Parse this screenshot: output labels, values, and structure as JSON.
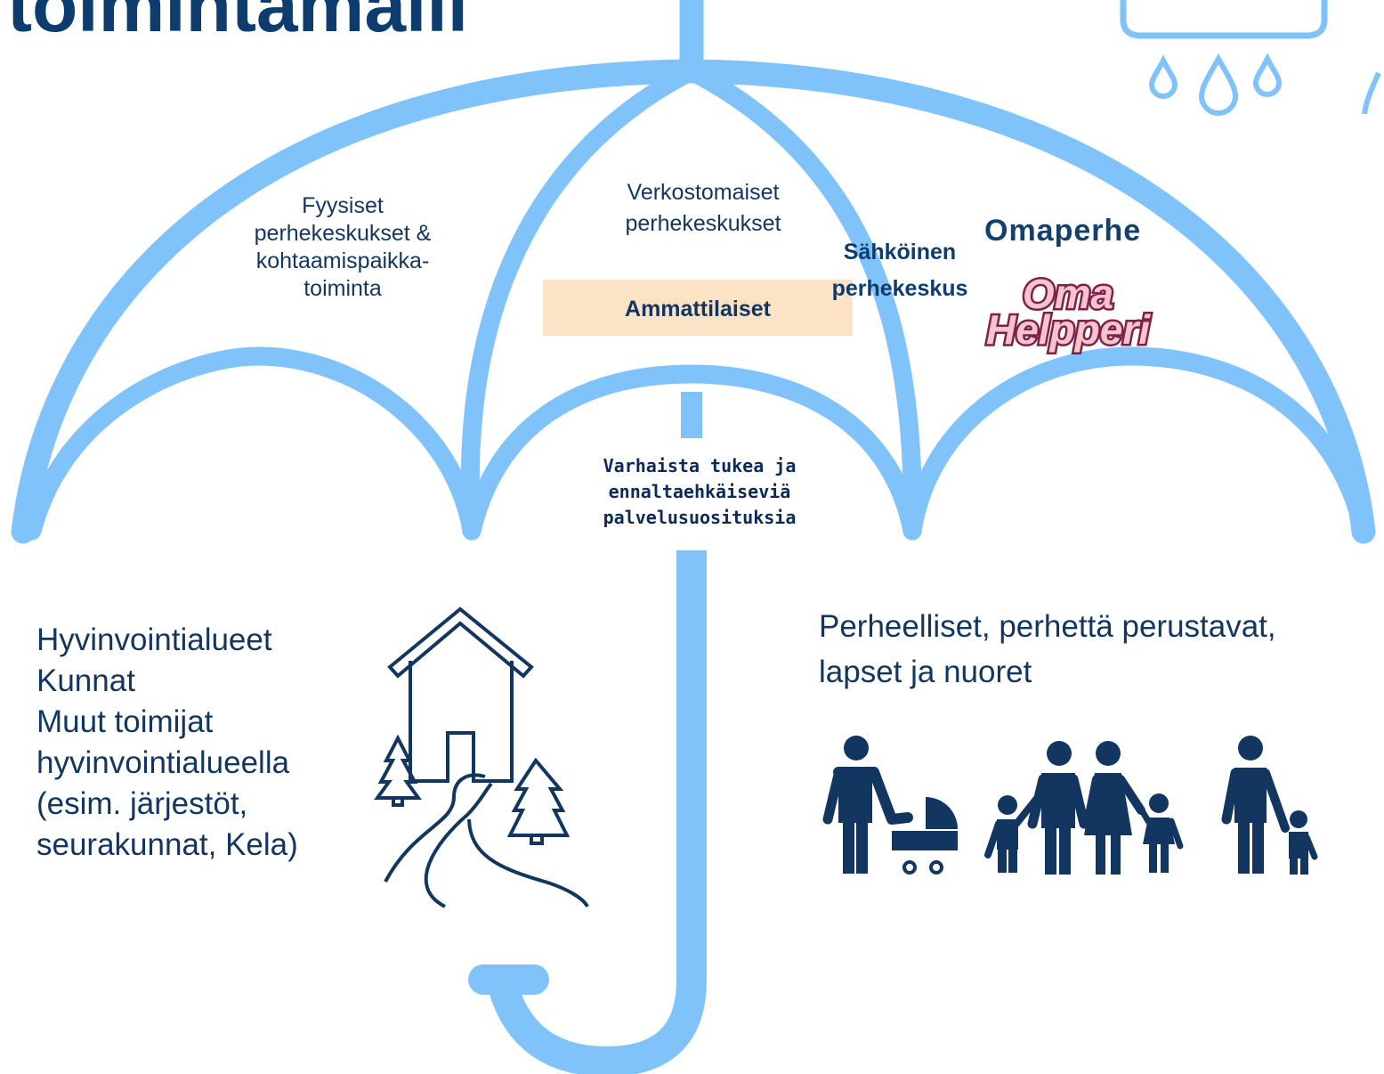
{
  "title": "toimintamalli",
  "sections": {
    "physical": "Fyysiset perhekeskukset & kohtaamispaikka-toiminta",
    "network": "Verkostomaiset perhekeskukset",
    "professionals": "Ammattilaiset",
    "electronic": "Sähköinen perhekeskus"
  },
  "logos": {
    "omaperhe": "Omaperhe",
    "omahelpperi_line1": "Oma",
    "omahelpperi_line2": "Helpperi"
  },
  "shaft_label": "Varhaista tukea ja ennaltaehkäiseviä palvelusuosituksia",
  "actors": [
    "Hyvinvointialueet",
    "Kunnat",
    "Muut toimijat",
    "hyvinvointialueella",
    "(esim. järjestöt,",
    "seurakunnat, Kela)"
  ],
  "audience": "Perheelliset, perhettä perustavat, lapset ja nuoret",
  "colors": {
    "umbrella": "#80c3fb",
    "navy": "#12365f",
    "highlight": "#fde3c6"
  },
  "icons": [
    "umbrella-icon",
    "cloud-icon",
    "raindrop-icon",
    "house-icon",
    "tree-icon",
    "road-icon",
    "family-icon",
    "stroller-icon"
  ]
}
